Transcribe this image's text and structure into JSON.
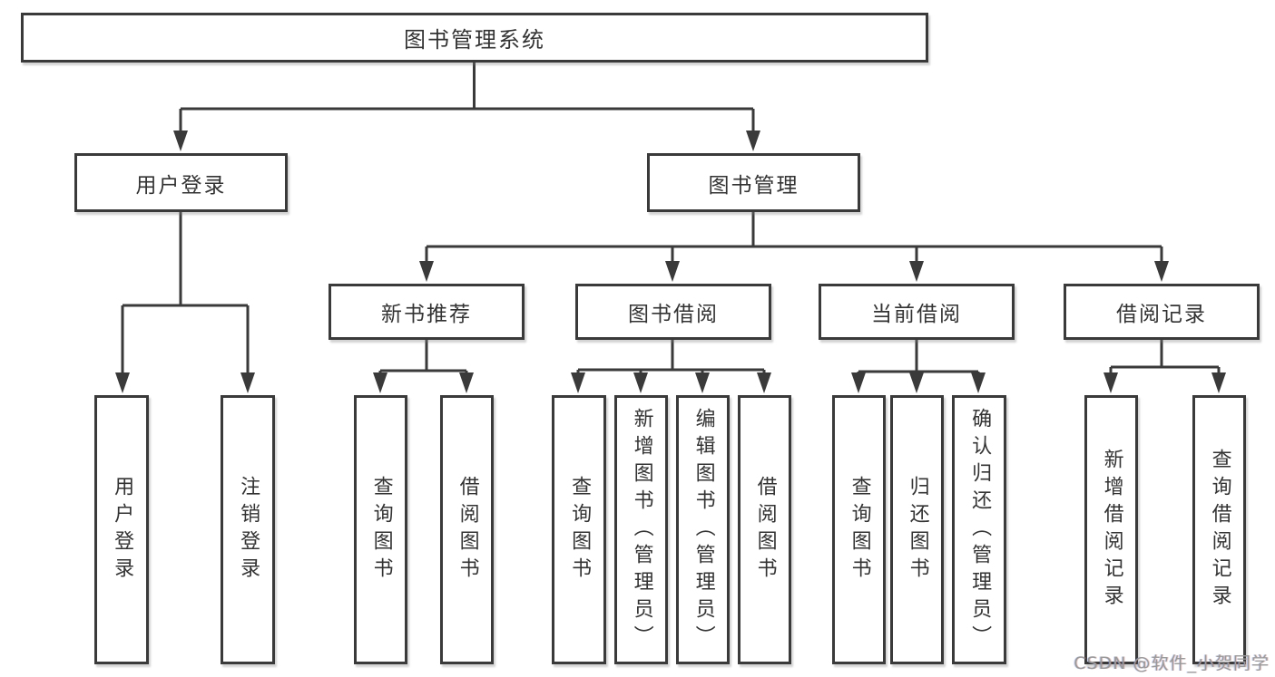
{
  "diagram": {
    "root": "图书管理系统",
    "level2": {
      "user_login": "用户登录",
      "book_management": "图书管理"
    },
    "modules": {
      "recommend": "新书推荐",
      "borrow": "图书借阅",
      "current": "当前借阅",
      "records": "借阅记录"
    },
    "leaves": {
      "login": "用户登录",
      "logout": "注销登录",
      "rec_query": "查询图书",
      "rec_borrow": "借阅图书",
      "bor_query": "查询图书",
      "bor_add": "新增图书（管理员）",
      "bor_edit": "编辑图书（管理员）",
      "bor_borrow": "借阅图书",
      "cur_query": "查询图书",
      "cur_return": "归还图书",
      "cur_confirm": "确认归还（管理员）",
      "add_record": "新增借阅记录",
      "query_record": "查询借阅记录"
    }
  },
  "watermark": "CSDN @软件_小贺同学",
  "colors": {
    "line": "#3a3a3a",
    "text": "#333333",
    "box_background": "#ffffff",
    "watermark": "#9a9a9a"
  }
}
